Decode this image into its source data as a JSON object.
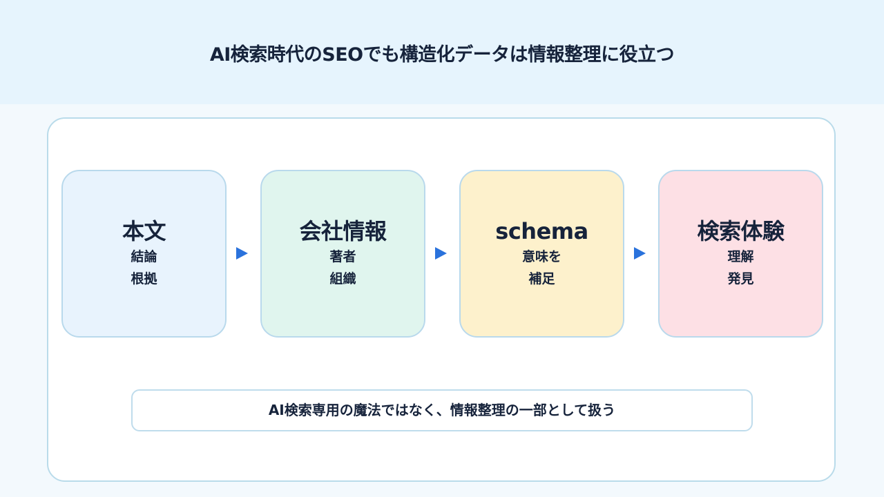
{
  "title": "AI検索時代のSEOでも構造化データは情報整理に役立つ",
  "steps": [
    {
      "title": "本文",
      "lines": [
        "結論",
        "根拠"
      ],
      "color": "#e8f3fd"
    },
    {
      "title": "会社情報",
      "lines": [
        "著者",
        "組織"
      ],
      "color": "#e0f5ee"
    },
    {
      "title": "schema",
      "lines": [
        "意味を",
        "補足"
      ],
      "color": "#fdf1cc"
    },
    {
      "title": "検索体験",
      "lines": [
        "理解",
        "発見"
      ],
      "color": "#fde0e5"
    }
  ],
  "arrow_color": "#2a72dc",
  "note": "AI検索専用の魔法ではなく、情報整理の一部として扱う"
}
